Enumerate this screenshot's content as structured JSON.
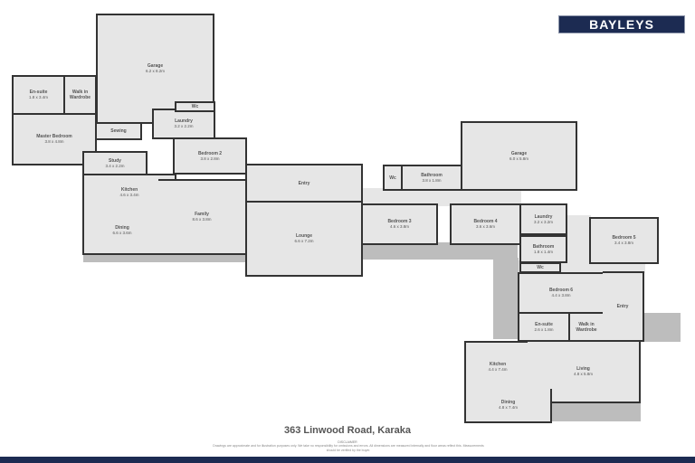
{
  "brand": "BAYLEYS",
  "address": "363 Linwood Road, Karaka",
  "disclaimer_heading": "DISCLAIMER",
  "disclaimer": "Drawings are approximate and for illustration purposes only. We take no responsibility for omissions and errors. All dimensions are measured internally and floor areas reflect this. Measurements should be verified by the buyer.",
  "colors": {
    "brand_navy": "#1c2b52",
    "room_fill": "#e6e6e6",
    "wall": "#333333",
    "deck": "#bdbdbd"
  },
  "rooms": [
    {
      "name": "Garage",
      "dims": "6.2 x 8.2m"
    },
    {
      "name": "En-suite",
      "dims": "1.8 x 3.4m"
    },
    {
      "name": "Walk in Wardrobe",
      "dims": ""
    },
    {
      "name": "Master Bedroom",
      "dims": "3.8 x 4.8m"
    },
    {
      "name": "Sewing",
      "dims": ""
    },
    {
      "name": "Wc",
      "dims": ""
    },
    {
      "name": "Laundry",
      "dims": "3.2 x 2.2m"
    },
    {
      "name": "Bedroom 2",
      "dims": "3.8 x 2.8m"
    },
    {
      "name": "Study",
      "dims": "3.4 x 2.2m"
    },
    {
      "name": "Kitchen",
      "dims": "4.6 x 3.4m"
    },
    {
      "name": "Dining",
      "dims": "6.6 x 3.6m"
    },
    {
      "name": "Family",
      "dims": "8.6 x 3.8m"
    },
    {
      "name": "Entry",
      "dims": ""
    },
    {
      "name": "Lounge",
      "dims": "6.6 x 7.2m"
    },
    {
      "name": "Wc",
      "dims": ""
    },
    {
      "name": "Bathroom",
      "dims": "3.8 x 1.8m"
    },
    {
      "name": "Garage",
      "dims": "6.0 x 5.8m"
    },
    {
      "name": "Bedroom 3",
      "dims": "4.6 x 3.8m"
    },
    {
      "name": "Bedroom 4",
      "dims": "3.6 x 3.6m"
    },
    {
      "name": "Laundry",
      "dims": "3.2 x 3.2m"
    },
    {
      "name": "Bathroom",
      "dims": "1.8 x 1.4m"
    },
    {
      "name": "Wc",
      "dims": ""
    },
    {
      "name": "Bedroom 5",
      "dims": "3.4 x 3.8m"
    },
    {
      "name": "Bedroom 6",
      "dims": "4.4 x 3.8m"
    },
    {
      "name": "En-suite",
      "dims": "2.6 x 1.8m"
    },
    {
      "name": "Walk in Wardrobe",
      "dims": ""
    },
    {
      "name": "Entry",
      "dims": ""
    },
    {
      "name": "Kitchen",
      "dims": "4.4 x 7.4m"
    },
    {
      "name": "Living",
      "dims": "4.8 x 5.8m"
    },
    {
      "name": "Dining",
      "dims": "4.8 x 7.4m"
    }
  ]
}
